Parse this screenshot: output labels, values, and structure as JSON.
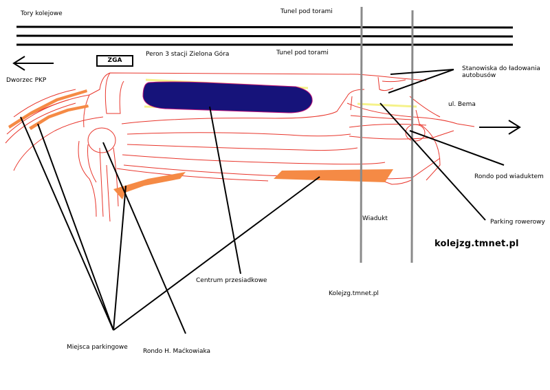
{
  "labels": {
    "tracks": "Tory kolejowe",
    "tunnel_top": "Tunel pod torami",
    "tunnel_mid": "Tunel pod torami",
    "zga": "ZGA",
    "platform": "Peron 3 stacji Zielona Góra",
    "station": "Dworzec PKP",
    "bus_stands": "Stanowiska do ładowania\nautobusów",
    "street": "ul. Bema",
    "viaduct_roundabout": "Rondo pod wiaduktem",
    "bike_parking": "Parking rowerowy",
    "viaduct": "Wiadukt",
    "transfer_center": "Centrum przesiadkowe",
    "parking": "Miejsca parkingowe",
    "roundabout_mackowiak": "Rondo H. Maćkowiaka",
    "site_large": "kolejzg.tmnet.pl",
    "site_small": "Kolejzg.tmnet.pl"
  },
  "colors": {
    "road_outline": "#e8342a",
    "track": "#000000",
    "viaduct": "#8a8a8a",
    "platform_fill": "#16137a",
    "platform_border": "#c0127a",
    "platform_edge": "#f5f28a",
    "parking_fill": "#f58a45",
    "leader": "#000000"
  },
  "icons": {
    "left_arrow": "arrow-left-icon",
    "right_arrow": "arrow-right-icon"
  }
}
